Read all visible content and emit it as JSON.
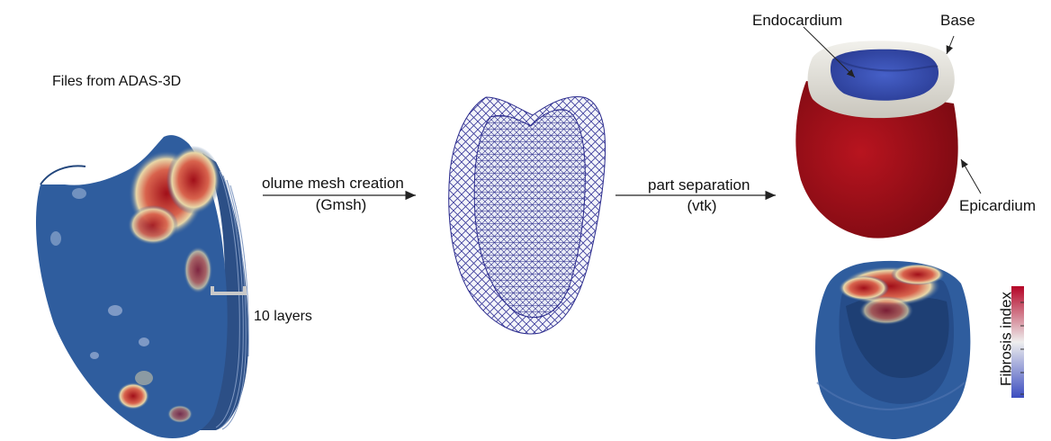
{
  "labels": {
    "files_from": "Files from ADAS-3D",
    "ten_layers": "10 layers",
    "step1_line1": "olume mesh creation",
    "step1_line2": "(Gmsh)",
    "step2_line1": "part separation",
    "step2_line2": "(vtk)",
    "endocardium": "Endocardium",
    "base": "Base",
    "epicardium": "Epicardium",
    "colorbar_title": "Fibrosis index"
  },
  "colors": {
    "fibrosis_low": "#2f5d9e",
    "fibrosis_high": "#a10f19",
    "epicardium": "#a0101a",
    "base_rim": "#e8e6df",
    "endocardium": "#3a52b0",
    "mesh_lines": "#2a2a8c",
    "arrow": "#222222"
  },
  "colorbar": {
    "ticks": 5
  }
}
